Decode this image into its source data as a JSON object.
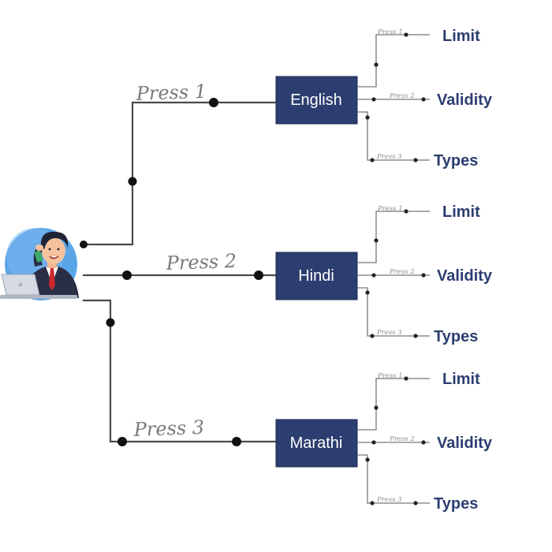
{
  "main_branches": [
    {
      "press_label": "Press 1",
      "language": "English",
      "options": [
        {
          "press_label": "Press 1",
          "label": "Limit"
        },
        {
          "press_label": "Press 2",
          "label": "Validity"
        },
        {
          "press_label": "Press 3",
          "label": "Types"
        }
      ]
    },
    {
      "press_label": "Press 2",
      "language": "Hindi",
      "options": [
        {
          "press_label": "Press 1",
          "label": "Limit"
        },
        {
          "press_label": "Press 2",
          "label": "Validity"
        },
        {
          "press_label": "Press 3",
          "label": "Types"
        }
      ]
    },
    {
      "press_label": "Press 3",
      "language": "Marathi",
      "options": [
        {
          "press_label": "Press 1",
          "label": "Limit"
        },
        {
          "press_label": "Press 2",
          "label": "Validity"
        },
        {
          "press_label": "Press 3",
          "label": "Types"
        }
      ]
    }
  ],
  "colors": {
    "box_fill": "#2c3e70",
    "option_text": "#2c3e70",
    "wire": "#4a4a4a"
  },
  "icons": {
    "caller": "caller-with-phone-and-laptop-icon"
  }
}
